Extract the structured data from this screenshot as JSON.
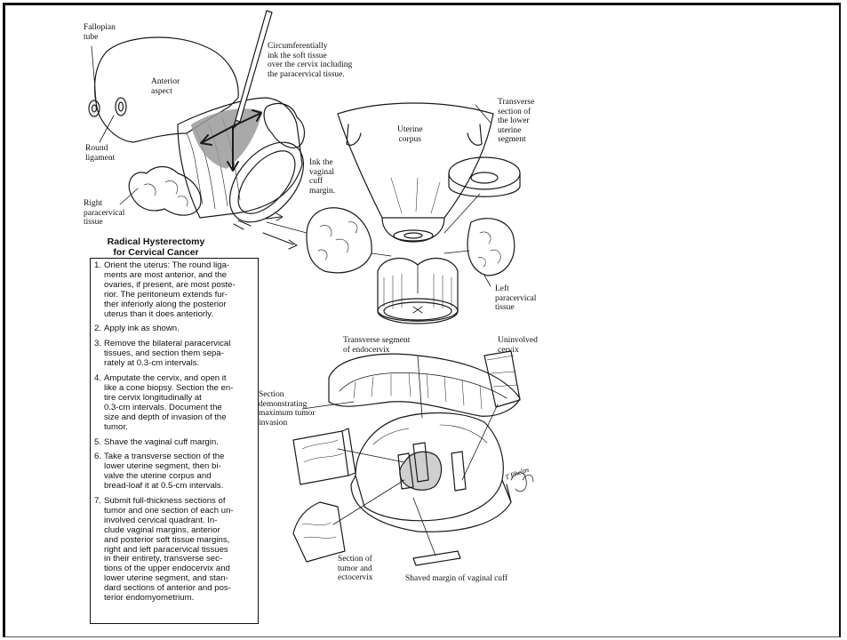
{
  "title": "Radical Hysterectomy\nfor Cervical Cancer",
  "labels": {
    "fallopian_tube": "Fallopian\ntube",
    "anterior_aspect": "Anterior\naspect",
    "round_ligament": "Round\nligament",
    "right_paracervical": "Right\nparacervical\ntissue",
    "ink_soft_tissue": "Circumferentially\nink the soft tissue\nover the cervix including\nthe paracervical tissue.",
    "ink_vaginal_cuff": "Ink the\nvaginal\ncuff\nmargin.",
    "uterine_corpus": "Uterine\ncorpus",
    "transverse_lower_segment": "Transverse\nsection of\nthe lower\nuterine\nsegment",
    "left_paracervical": "Left\nparacervical\ntissue",
    "transverse_endocervix": "Transverse segment\nof endocervix",
    "uninvolved_cervix": "Uninvolved\ncervix",
    "max_tumor_invasion": "Section\ndemonstrating\nmaximum tumor\ninvasion",
    "tumor_ectocervix": "Section of\ntumor and\nectocervix",
    "shaved_margin": "Shaved margin of vaginal cuff",
    "signature": "T Phelps"
  },
  "steps": [
    {
      "num": "1.",
      "text": "Orient the uterus: The round liga-\nments are most anterior, and the\novaries, if present, are most poste-\nrior. The peritoneum extends fur-\nther inferiorly along the posterior\nuterus than it does anteriorly."
    },
    {
      "num": "2.",
      "text": "Apply ink as shown."
    },
    {
      "num": "3.",
      "text": "Remove the bilateral paracervical\ntissues, and section them sepa-\nrately at 0.3-cm intervals."
    },
    {
      "num": "4.",
      "text": "Amputate the cervix, and open it\nlike a cone biopsy. Section the en-\ntire cervix longitudinally at\n0.3-cm intervals. Document the\nsize and depth of invasion of the\ntumor."
    },
    {
      "num": "5.",
      "text": "Shave the vaginal cuff margin."
    },
    {
      "num": "6.",
      "text": "Take a transverse section of the\nlower uterine segment, then bi-\nvalve the uterine corpus and\nbread-loaf it at 0.5-cm intervals."
    },
    {
      "num": "7.",
      "text": "Submit full-thickness sections of\ntumor and one section of each un-\ninvolved cervical quadrant. In-\nclude vaginal margins, anterior\nand posterior soft tissue margins,\nright and left paracervical tissues\nin their entirety, transverse sec-\ntions of the upper endocervix and\nlower uterine segment, and stan-\ndard sections of anterior and pos-\nterior endomyometrium."
    }
  ]
}
